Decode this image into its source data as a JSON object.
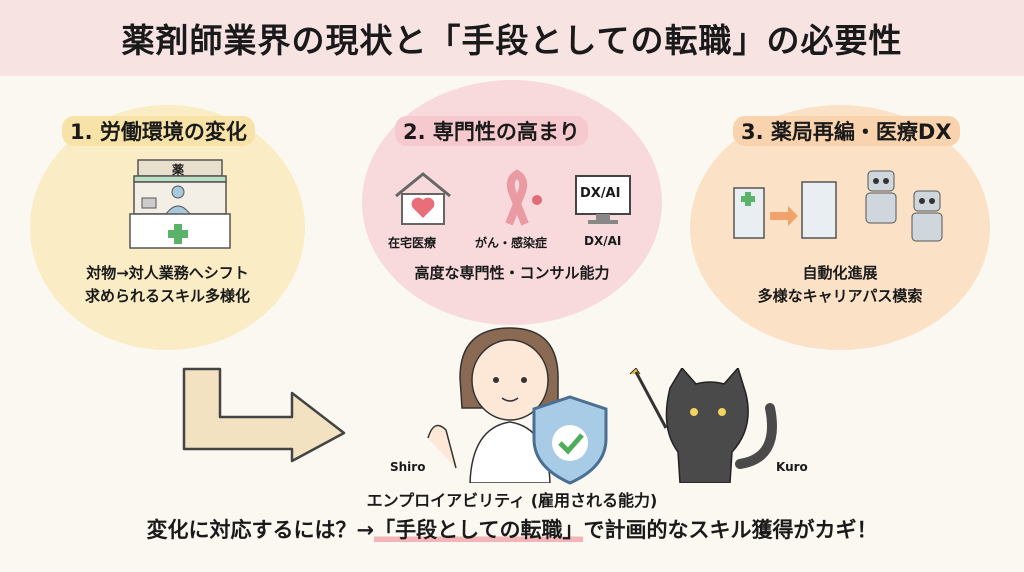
{
  "title": "薬剤師業界の現状と「手段としての転職」の必要性",
  "sections": [
    {
      "title": "1. 労働環境の変化",
      "sign": "薬",
      "lines": [
        "対物→対人業務へシフト",
        "求められるスキル多様化"
      ]
    },
    {
      "title": "2. 専門性の高まり",
      "icons": [
        "在宅医療",
        "がん・感染症",
        "DX/AI"
      ],
      "icon_badge": "DX/AI",
      "lines": [
        "高度な専門性・コンサル能力"
      ]
    },
    {
      "title": "3. 薬局再編・医療DX",
      "lines": [
        "自動化進展",
        "多様なキャリアパス模索"
      ]
    }
  ],
  "characters": {
    "left": "Shiro",
    "right": "Kuro"
  },
  "employability": "エンプロイアビリティ (雇用される能力)",
  "conclusion": {
    "pre": "変化に対応するには？→",
    "highlight": "「手段としての転職」",
    "post": "で計画的なスキル獲得がカギ！"
  }
}
